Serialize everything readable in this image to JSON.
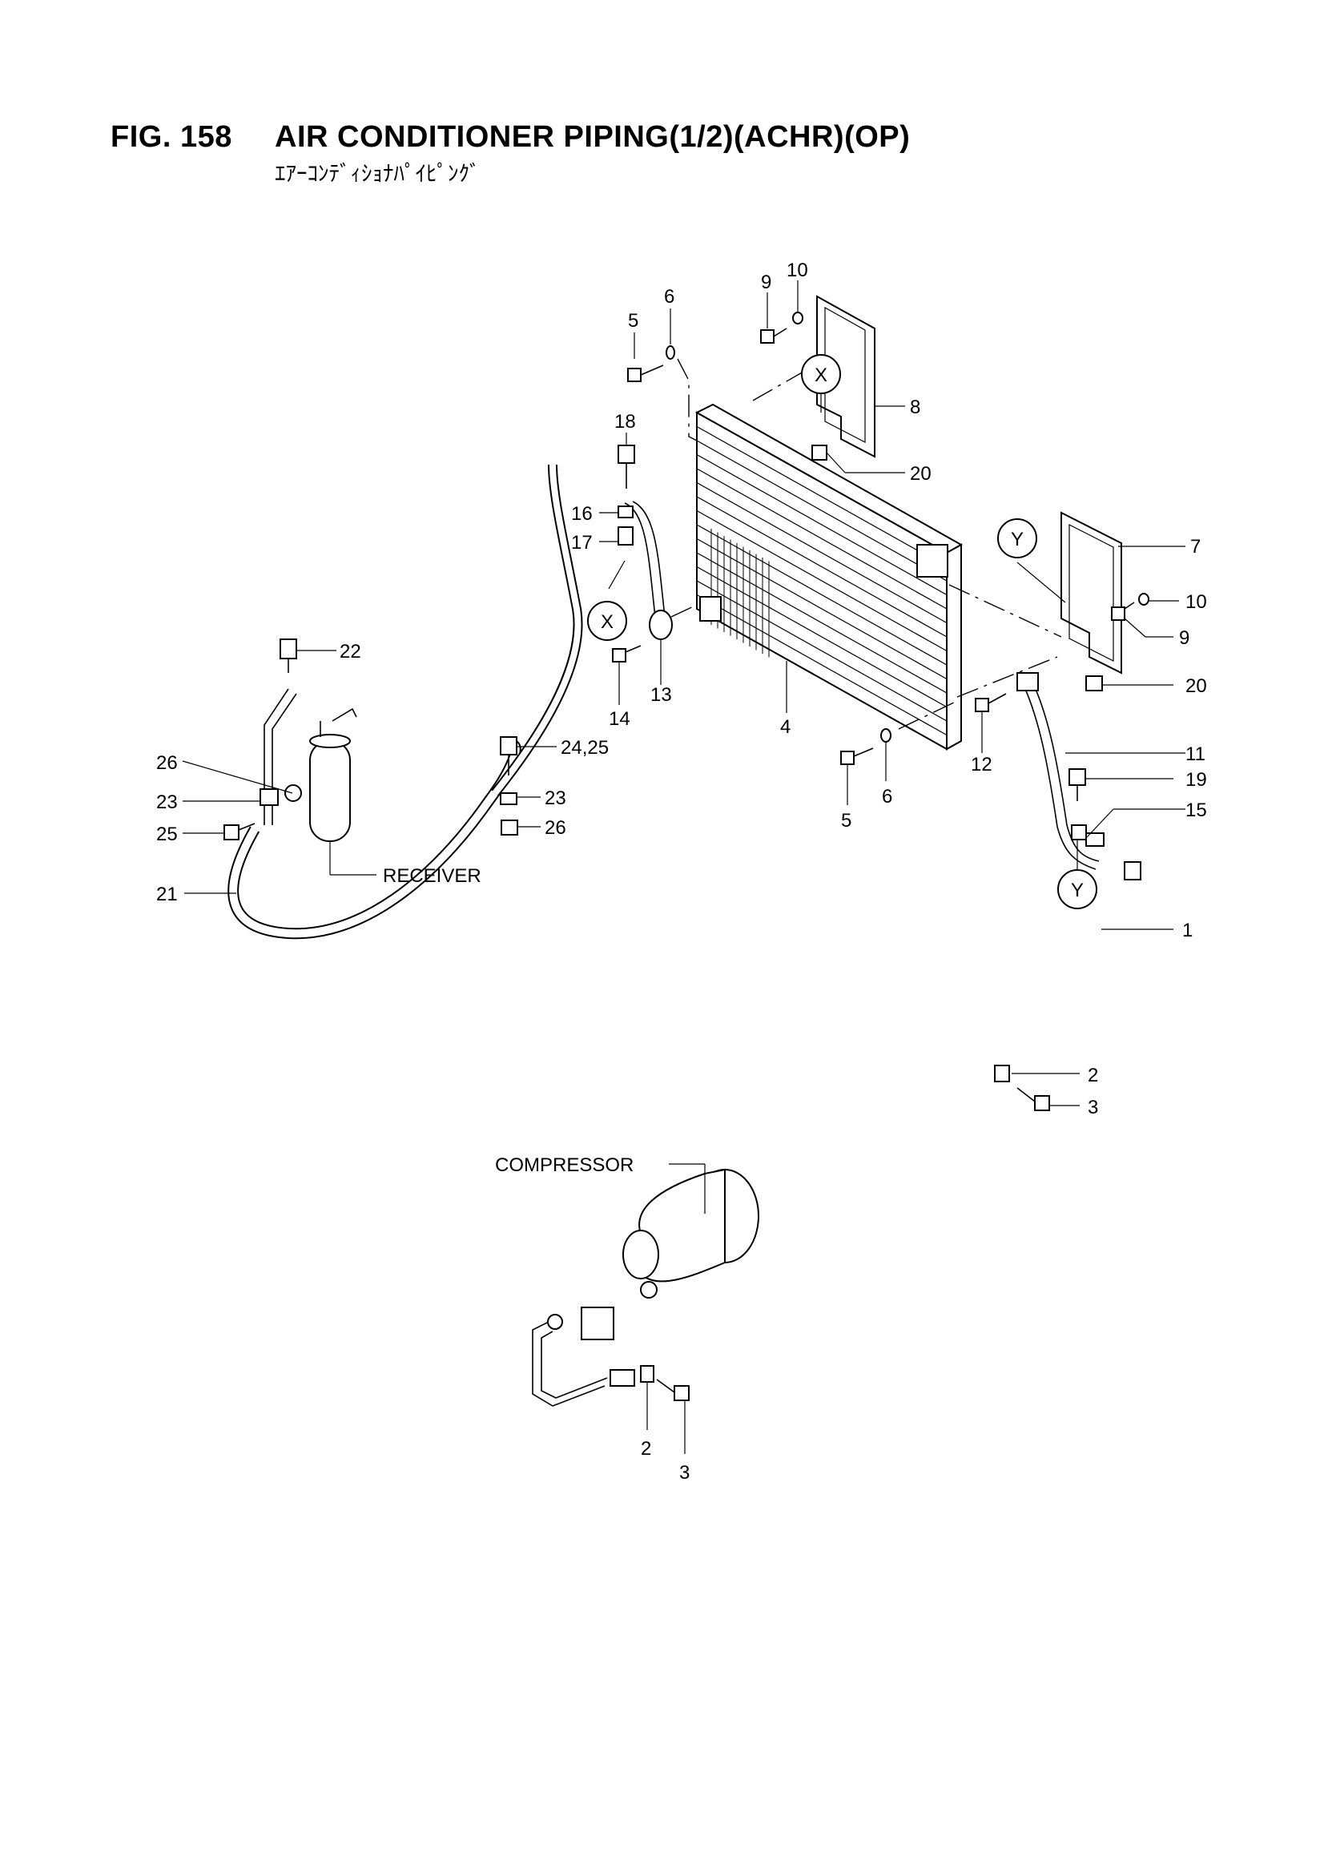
{
  "figure": {
    "number": "FIG. 158",
    "title": "AIR CONDITIONER PIPING(1/2)(ACHR)(OP)",
    "subtitle": "ｴｱｰｺﾝﾃﾞｨｼｮﾅﾊﾟｲﾋﾟﾝｸﾞ"
  },
  "callouts": [
    {
      "id": "c1",
      "text": "1"
    },
    {
      "id": "c2a",
      "text": "2"
    },
    {
      "id": "c2b",
      "text": "2"
    },
    {
      "id": "c3a",
      "text": "3"
    },
    {
      "id": "c3b",
      "text": "3"
    },
    {
      "id": "c4",
      "text": "4"
    },
    {
      "id": "c5a",
      "text": "5"
    },
    {
      "id": "c5b",
      "text": "5"
    },
    {
      "id": "c6a",
      "text": "6"
    },
    {
      "id": "c6b",
      "text": "6"
    },
    {
      "id": "c7",
      "text": "7"
    },
    {
      "id": "c8",
      "text": "8"
    },
    {
      "id": "c9a",
      "text": "9"
    },
    {
      "id": "c9b",
      "text": "9"
    },
    {
      "id": "c10a",
      "text": "10"
    },
    {
      "id": "c10b",
      "text": "10"
    },
    {
      "id": "c11",
      "text": "11"
    },
    {
      "id": "c12",
      "text": "12"
    },
    {
      "id": "c13",
      "text": "13"
    },
    {
      "id": "c14",
      "text": "14"
    },
    {
      "id": "c15",
      "text": "15"
    },
    {
      "id": "c16",
      "text": "16"
    },
    {
      "id": "c17",
      "text": "17"
    },
    {
      "id": "c18",
      "text": "18"
    },
    {
      "id": "c19",
      "text": "19"
    },
    {
      "id": "c20a",
      "text": "20"
    },
    {
      "id": "c20b",
      "text": "20"
    },
    {
      "id": "c21",
      "text": "21"
    },
    {
      "id": "c22",
      "text": "22"
    },
    {
      "id": "c23a",
      "text": "23"
    },
    {
      "id": "c23b",
      "text": "23"
    },
    {
      "id": "c24",
      "text": "24,25"
    },
    {
      "id": "c25",
      "text": "25"
    },
    {
      "id": "c26a",
      "text": "26"
    },
    {
      "id": "c26b",
      "text": "26"
    }
  ],
  "components": {
    "receiver": "RECEIVER",
    "compressor": "COMPRESSOR"
  },
  "reference_markers": [
    {
      "id": "x1",
      "text": "X"
    },
    {
      "id": "x2",
      "text": "X"
    },
    {
      "id": "y1",
      "text": "Y"
    },
    {
      "id": "y2",
      "text": "Y"
    }
  ]
}
